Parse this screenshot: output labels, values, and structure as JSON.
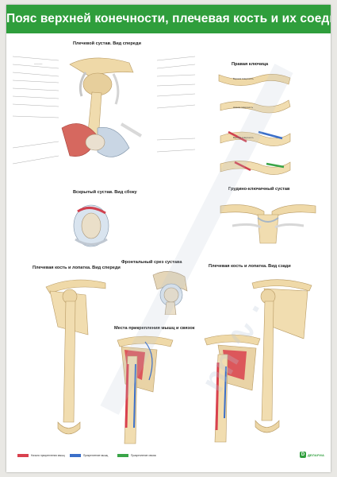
{
  "title": "Пояс верхней конечности, плечевая кость и их соединения",
  "sections": {
    "shoulder_front": "Плечевой сустав. Вид спереди",
    "right_clavicle": "Правая ключица",
    "shoulder_side": "Вскрытый сустав. Вид сбоку",
    "sternoclavicular": "Грудино-ключичный сустав",
    "frontal_cut": "Фронтальный срез сустава",
    "humerus_front": "Плечевая кость и лопатка. Вид спереди",
    "humerus_back": "Плечевая кость и лопатка. Вид сзади",
    "attachment": "Места прикрепления мышц и связок"
  },
  "clavicle_labels": {
    "top": "Верхняя поверхность",
    "bottom": "Нижняя поверхность",
    "vessels": "Верхняя поверхность"
  },
  "legend": [
    {
      "label": "Начало прикрепления мышц",
      "color": "#d9414e"
    },
    {
      "label": "Прикрепление мышц",
      "color": "#3b6fc9"
    },
    {
      "label": "Прикрепление связок",
      "color": "#3aa548"
    }
  ],
  "logo": {
    "name": "ДЕЛАРИА"
  }
}
